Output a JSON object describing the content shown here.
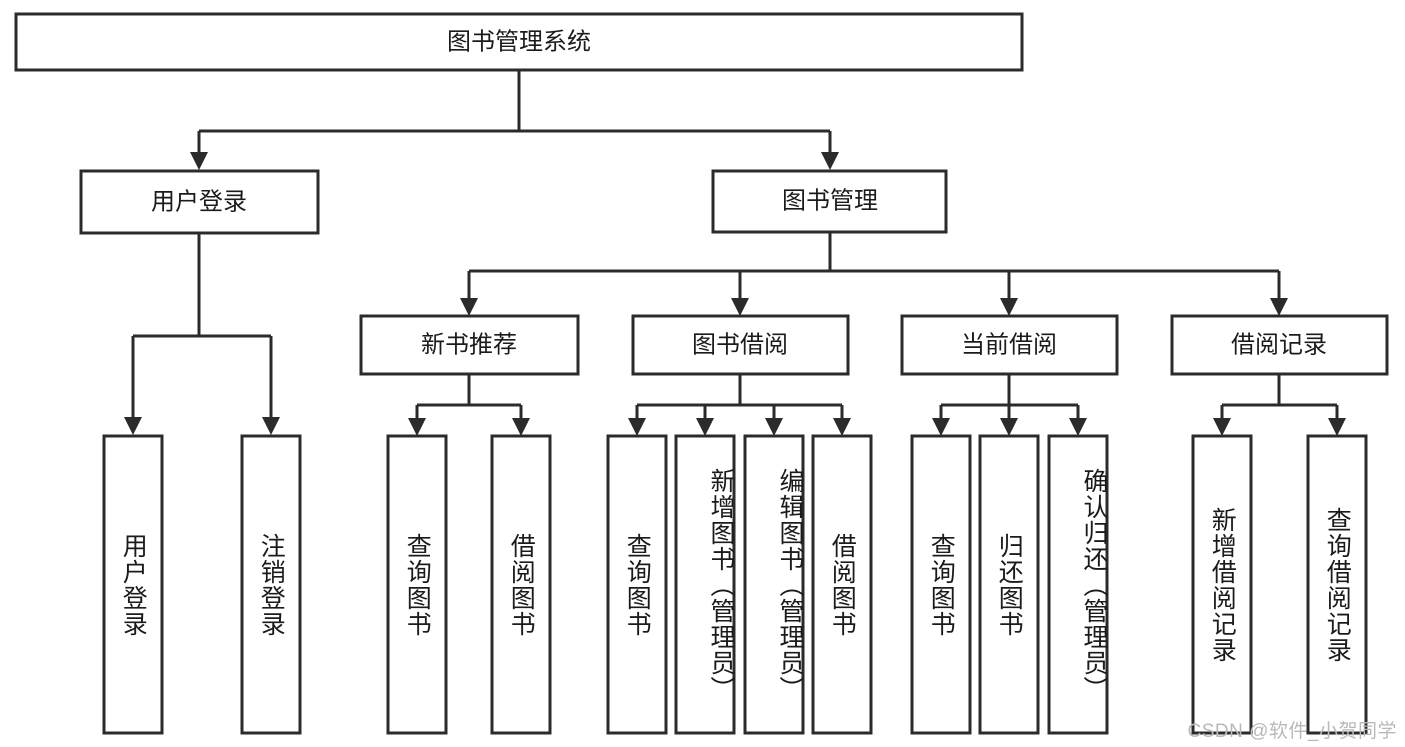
{
  "diagram": {
    "type": "tree-hierarchy-chart",
    "title_node": {
      "label": "图书管理系统"
    },
    "level2": [
      {
        "id": "user-login",
        "label": "用户登录"
      },
      {
        "id": "book-manage",
        "label": "图书管理"
      }
    ],
    "level3": [
      {
        "id": "new-book-recommend",
        "label": "新书推荐",
        "parent": "book-manage"
      },
      {
        "id": "book-borrow",
        "label": "图书借阅",
        "parent": "book-manage"
      },
      {
        "id": "current-borrow",
        "label": "当前借阅",
        "parent": "book-manage"
      },
      {
        "id": "borrow-record",
        "label": "借阅记录",
        "parent": "book-manage"
      }
    ],
    "leaves": [
      {
        "id": "leaf-user-login",
        "label": "用户登录",
        "parent": "user-login"
      },
      {
        "id": "leaf-logout-login",
        "label": "注销登录",
        "parent": "user-login"
      },
      {
        "id": "leaf-query-book-1",
        "label": "查询图书",
        "parent": "new-book-recommend"
      },
      {
        "id": "leaf-borrow-book-1",
        "label": "借阅图书",
        "parent": "new-book-recommend"
      },
      {
        "id": "leaf-query-book-2",
        "label": "查询图书",
        "parent": "book-borrow"
      },
      {
        "id": "leaf-add-book",
        "label": "新增图书（管理员）",
        "parent": "book-borrow"
      },
      {
        "id": "leaf-edit-book",
        "label": "编辑图书（管理员）",
        "parent": "book-borrow"
      },
      {
        "id": "leaf-borrow-book-2",
        "label": "借阅图书",
        "parent": "book-borrow"
      },
      {
        "id": "leaf-query-book-3",
        "label": "查询图书",
        "parent": "current-borrow"
      },
      {
        "id": "leaf-return-book",
        "label": "归还图书",
        "parent": "current-borrow"
      },
      {
        "id": "leaf-confirm-return",
        "label": "确认归还（管理员）",
        "parent": "current-borrow"
      },
      {
        "id": "leaf-add-borrow-record",
        "label": "新增借阅记录",
        "parent": "borrow-record"
      },
      {
        "id": "leaf-query-borrow-record",
        "label": "查询借阅记录",
        "parent": "borrow-record"
      }
    ],
    "watermark": "CSDN @软件_小贺同学",
    "colors": {
      "background": "#ffffff",
      "box_stroke": "#2b2b2b",
      "box_fill": "#ffffff",
      "text": "#1b1b1b",
      "watermark_text": "#b9b9b9"
    }
  }
}
